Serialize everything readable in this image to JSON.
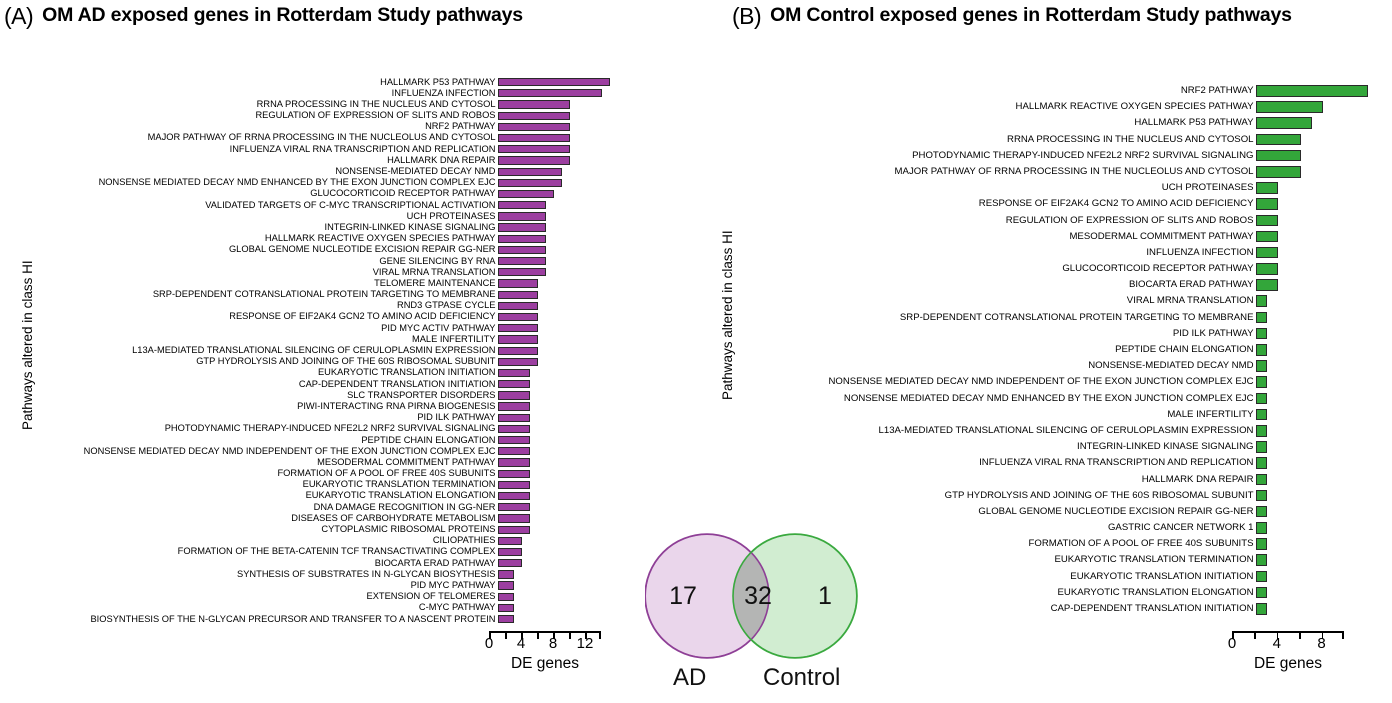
{
  "figure": {
    "panel_a": {
      "letter": "(A)",
      "title": "OM AD exposed genes in Rotterdam Study pathways",
      "ylabel": "Pathways altered in class HI",
      "xlabel": "DE genes",
      "accent_color": "#9c3fa0"
    },
    "panel_b": {
      "letter": "(B)",
      "title": "OM Control exposed genes in Rotterdam Study pathways",
      "ylabel": "Pathways altered in class HI",
      "xlabel": "DE genes",
      "accent_color": "#33a63a"
    },
    "venn": {
      "left_only": "17",
      "intersection": "32",
      "right_only": "1",
      "left_label": "AD",
      "right_label": "Control",
      "left_color": "#8e3f96",
      "right_color": "#3aa93f",
      "intersection_color": "#b3b3b3"
    }
  },
  "chart_data": [
    {
      "type": "bar",
      "orientation": "horizontal",
      "title": "OM AD exposed genes in Rotterdam Study pathways",
      "xlabel": "DE genes",
      "ylabel": "Pathways altered in class HI",
      "xlim": [
        0,
        14
      ],
      "xticks": [
        0,
        2,
        4,
        6,
        8,
        10,
        12,
        14
      ],
      "xticklabels": [
        "0",
        "",
        "4",
        "",
        "8",
        "",
        "12",
        ""
      ],
      "grid": false,
      "legend": "none",
      "color": "#9c3fa0",
      "categories": [
        "HALLMARK P53 PATHWAY",
        "INFLUENZA INFECTION",
        "RRNA PROCESSING IN THE NUCLEUS AND CYTOSOL",
        "REGULATION OF EXPRESSION OF SLITS AND ROBOS",
        "NRF2 PATHWAY",
        "MAJOR PATHWAY OF RRNA PROCESSING IN THE NUCLEOLUS AND CYTOSOL",
        "INFLUENZA VIRAL RNA TRANSCRIPTION AND REPLICATION",
        "HALLMARK DNA REPAIR",
        "NONSENSE-MEDIATED DECAY  NMD",
        "NONSENSE MEDIATED DECAY  NMD  ENHANCED BY THE EXON JUNCTION COMPLEX  EJC",
        "GLUCOCORTICOID RECEPTOR PATHWAY",
        "VALIDATED TARGETS OF C-MYC TRANSCRIPTIONAL ACTIVATION",
        "UCH PROTEINASES",
        "INTEGRIN-LINKED KINASE SIGNALING",
        "HALLMARK REACTIVE OXYGEN SPECIES PATHWAY",
        "GLOBAL GENOME NUCLEOTIDE EXCISION REPAIR  GG-NER",
        "GENE SILENCING BY RNA",
        "VIRAL MRNA TRANSLATION",
        "TELOMERE MAINTENANCE",
        "SRP-DEPENDENT COTRANSLATIONAL PROTEIN TARGETING TO MEMBRANE",
        "RND3 GTPASE CYCLE",
        "RESPONSE OF EIF2AK4  GCN2  TO AMINO ACID DEFICIENCY",
        "PID MYC ACTIV PATHWAY",
        "MALE INFERTILITY",
        "L13A-MEDIATED TRANSLATIONAL SILENCING OF CERULOPLASMIN EXPRESSION",
        "GTP HYDROLYSIS AND JOINING OF THE 60S RIBOSOMAL SUBUNIT",
        "EUKARYOTIC TRANSLATION INITIATION",
        "CAP-DEPENDENT TRANSLATION INITIATION",
        "SLC TRANSPORTER DISORDERS",
        "PIWI-INTERACTING RNA  PIRNA  BIOGENESIS",
        "PID ILK PATHWAY",
        "PHOTODYNAMIC THERAPY-INDUCED NFE2L2  NRF2  SURVIVAL SIGNALING",
        "PEPTIDE CHAIN ELONGATION",
        "NONSENSE MEDIATED DECAY  NMD  INDEPENDENT OF THE EXON JUNCTION COMPLEX  EJC",
        "MESODERMAL COMMITMENT PATHWAY",
        "FORMATION OF A POOL OF FREE 40S SUBUNITS",
        "EUKARYOTIC TRANSLATION TERMINATION",
        "EUKARYOTIC TRANSLATION ELONGATION",
        "DNA DAMAGE RECOGNITION IN GG-NER",
        "DISEASES OF CARBOHYDRATE METABOLISM",
        "CYTOPLASMIC RIBOSOMAL PROTEINS",
        "CILIOPATHIES",
        "FORMATION OF THE BETA-CATENIN TCF TRANSACTIVATING COMPLEX",
        "BIOCARTA ERAD PATHWAY",
        "SYNTHESIS OF SUBSTRATES IN N-GLYCAN BIOSYTHESIS",
        "PID MYC PATHWAY",
        "EXTENSION OF TELOMERES",
        "C-MYC PATHWAY",
        "BIOSYNTHESIS OF THE N-GLYCAN PRECURSOR AND TRANSFER TO A NASCENT PROTEIN"
      ],
      "values": [
        14,
        13,
        9,
        9,
        9,
        9,
        9,
        9,
        8,
        8,
        7,
        6,
        6,
        6,
        6,
        6,
        6,
        6,
        5,
        5,
        5,
        5,
        5,
        5,
        5,
        5,
        4,
        4,
        4,
        4,
        4,
        4,
        4,
        4,
        4,
        4,
        4,
        4,
        4,
        4,
        4,
        3,
        3,
        3,
        2,
        2,
        2,
        2,
        2
      ]
    },
    {
      "type": "bar",
      "orientation": "horizontal",
      "title": "OM Control exposed genes in Rotterdam Study pathways",
      "xlabel": "DE genes",
      "ylabel": "Pathways altered in class HI",
      "xlim": [
        0,
        10
      ],
      "xticks": [
        0,
        2,
        4,
        6,
        8,
        10
      ],
      "xticklabels": [
        "0",
        "",
        "4",
        "",
        "8",
        ""
      ],
      "grid": false,
      "legend": "none",
      "color": "#33a63a",
      "categories": [
        "NRF2 PATHWAY",
        "HALLMARK REACTIVE OXYGEN SPECIES PATHWAY",
        "HALLMARK P53 PATHWAY",
        "RRNA PROCESSING IN THE NUCLEUS AND CYTOSOL",
        "PHOTODYNAMIC THERAPY-INDUCED NFE2L2  NRF2  SURVIVAL SIGNALING",
        "MAJOR PATHWAY OF RRNA PROCESSING IN THE NUCLEOLUS AND CYTOSOL",
        "UCH PROTEINASES",
        "RESPONSE OF EIF2AK4  GCN2  TO AMINO ACID DEFICIENCY",
        "REGULATION OF EXPRESSION OF SLITS AND ROBOS",
        "MESODERMAL COMMITMENT PATHWAY",
        "INFLUENZA INFECTION",
        "GLUCOCORTICOID RECEPTOR PATHWAY",
        "BIOCARTA ERAD PATHWAY",
        "VIRAL MRNA TRANSLATION",
        "SRP-DEPENDENT COTRANSLATIONAL PROTEIN TARGETING TO MEMBRANE",
        "PID ILK PATHWAY",
        "PEPTIDE CHAIN ELONGATION",
        "NONSENSE-MEDIATED DECAY  NMD",
        "NONSENSE MEDIATED DECAY  NMD  INDEPENDENT OF THE EXON JUNCTION COMPLEX  EJC",
        "NONSENSE MEDIATED DECAY  NMD  ENHANCED BY THE EXON JUNCTION COMPLEX  EJC",
        "MALE INFERTILITY",
        "L13A-MEDIATED TRANSLATIONAL SILENCING OF CERULOPLASMIN EXPRESSION",
        "INTEGRIN-LINKED KINASE SIGNALING",
        "INFLUENZA VIRAL RNA TRANSCRIPTION AND REPLICATION",
        "HALLMARK DNA REPAIR",
        "GTP HYDROLYSIS AND JOINING OF THE 60S RIBOSOMAL SUBUNIT",
        "GLOBAL GENOME NUCLEOTIDE EXCISION REPAIR  GG-NER",
        "GASTRIC CANCER NETWORK 1",
        "FORMATION OF A POOL OF FREE 40S SUBUNITS",
        "EUKARYOTIC TRANSLATION TERMINATION",
        "EUKARYOTIC TRANSLATION INITIATION",
        "EUKARYOTIC TRANSLATION ELONGATION",
        "CAP-DEPENDENT TRANSLATION INITIATION"
      ],
      "values": [
        10,
        6,
        5,
        4,
        4,
        4,
        2,
        2,
        2,
        2,
        2,
        2,
        2,
        1,
        1,
        1,
        1,
        1,
        1,
        1,
        1,
        1,
        1,
        1,
        1,
        1,
        1,
        1,
        1,
        1,
        1,
        1,
        1
      ]
    }
  ]
}
